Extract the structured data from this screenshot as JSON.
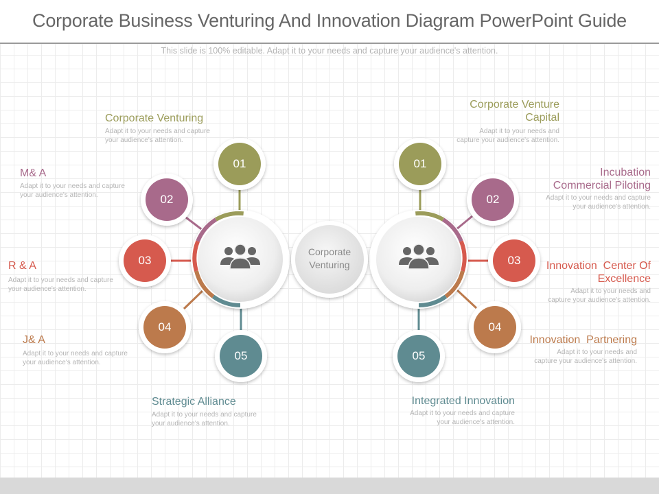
{
  "slide": {
    "title": "Corporate Business Venturing And Innovation Diagram PowerPoint Guide",
    "subtitle": "This slide is 100% editable. Adapt it to your needs and capture your audience's attention."
  },
  "center": {
    "line1": "Corporate",
    "line2": "Venturing",
    "icon": "people-group-icon"
  },
  "colors": {
    "olive": "#9b9c5a",
    "mauve": "#a86a8b",
    "red": "#d65a4e",
    "brown": "#bc7a4c",
    "teal": "#5f8b91"
  },
  "left_items": [
    {
      "number": "01",
      "label": "Corporate Venturing",
      "desc1": "Adapt it to your needs and capture",
      "desc2": "your audience's attention."
    },
    {
      "number": "02",
      "label": "M& A",
      "desc1": "Adapt it to your needs and capture",
      "desc2": "your audience's attention."
    },
    {
      "number": "03",
      "label": "R & A",
      "desc1": "Adapt it to your needs and capture",
      "desc2": "your audience's attention."
    },
    {
      "number": "04",
      "label": "J& A",
      "desc1": "Adapt it to your needs and capture",
      "desc2": "your audience's attention."
    },
    {
      "number": "05",
      "label": "Strategic Alliance",
      "desc1": "Adapt it to your needs and capture",
      "desc2": "your audience's attention."
    }
  ],
  "right_items": [
    {
      "number": "01",
      "label1": "Corporate Venture",
      "label2": "Capital",
      "desc1": "Adapt it to your needs and",
      "desc2": "capture your audience's attention."
    },
    {
      "number": "02",
      "label1": "Incubation",
      "label2": "Commercial Piloting",
      "desc1": "Adapt it to your needs and capture",
      "desc2": "your audience's attention."
    },
    {
      "number": "03",
      "label1": "Innovation  Center Of",
      "label2": "Excellence",
      "desc1": "Adapt it to your needs and",
      "desc2": "capture your audience's attention."
    },
    {
      "number": "04",
      "label1": "Innovation  Partnering",
      "desc1": "Adapt it to your needs and",
      "desc2": "capture your audience's attention."
    },
    {
      "number": "05",
      "label1": "Integrated Innovation",
      "desc1": "Adapt it to your needs and capture",
      "desc2": "your audience's attention."
    }
  ]
}
